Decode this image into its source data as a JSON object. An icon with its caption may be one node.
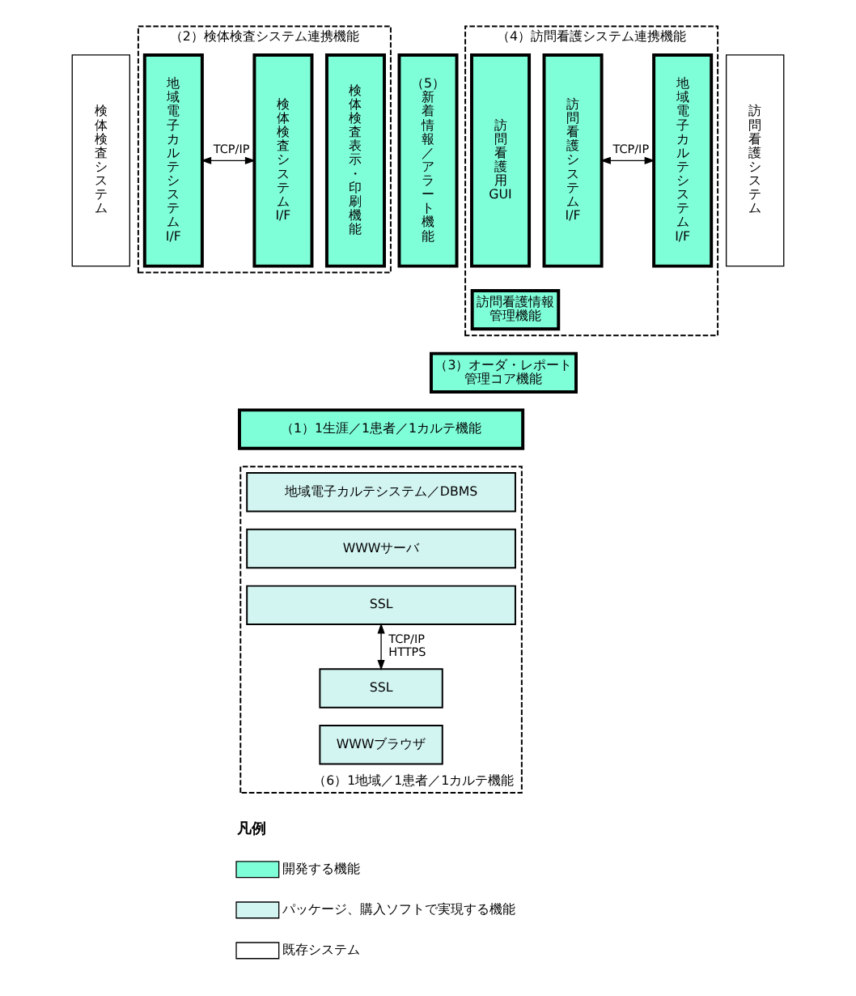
{
  "diagram": {
    "nodes": [
      {
        "text": [
          "（2）検体検査システム連携機能"
        ]
      },
      {
        "text": [
          "地域電子カルテシステムI/F"
        ],
        "in": 0
      },
      {
        "text": [
          "検体検査システムI/F"
        ],
        "in": 0
      },
      {
        "text": [
          "検体検査表示・印刷機能"
        ],
        "in": 0
      },
      {
        "text": [
          "（4）訪問看護システム連携機能"
        ]
      },
      {
        "text": [
          "訪問看護用GUI"
        ],
        "in": 4
      },
      {
        "text": [
          "訪問看護システムI/F"
        ],
        "in": 4
      },
      {
        "text": [
          "訪問看護情報管理機能"
        ],
        "in": 4
      },
      {
        "text": [
          "地域電子カルテシステムI/F"
        ],
        "in": 4
      },
      {
        "text": [
          "検体検査システム"
        ]
      },
      {
        "text": [
          "（5）",
          "新着情報／アラート機能"
        ]
      },
      {
        "text": [
          "（3）オーダ・レポート管理コア機能"
        ]
      },
      {
        "text": [
          "訪問看護システム"
        ]
      },
      {
        "text": [
          "（1）1生涯／1患者／1カルテ機能"
        ]
      },
      {
        "text": [
          "（6）1地域／1患者／1カルテ機能"
        ]
      },
      {
        "text": [
          "地域電子カルテシステム／DBMS"
        ],
        "in": 14
      },
      {
        "text": [
          "WWWサーバ"
        ],
        "in": 14
      },
      {
        "text": [
          "SSL"
        ],
        "in": 14
      },
      {
        "text": [
          "SSL"
        ],
        "in": 14
      },
      {
        "text": [
          "WWWブラウザ"
        ],
        "in": 14
      }
    ],
    "edges": [
      {
        "from": 1,
        "to": 2,
        "arrow": "both",
        "label": "TCP/IP"
      },
      {
        "from": 6,
        "to": 8,
        "arrow": "both",
        "label": "TCP/IP"
      },
      {
        "from": 17,
        "to": 18,
        "arrow": "both",
        "label": "TCP/IP HTTPS"
      }
    ],
    "labels": [
      "凡例"
    ],
    "legend": [
      {
        "text": "開発する機能",
        "color": "#7fffd8"
      },
      {
        "text": "パッケージ、購入ソフトで実現する機能",
        "color": "#d2f5f2"
      },
      {
        "text": "既存システム",
        "color": "#ffffff"
      }
    ]
  }
}
